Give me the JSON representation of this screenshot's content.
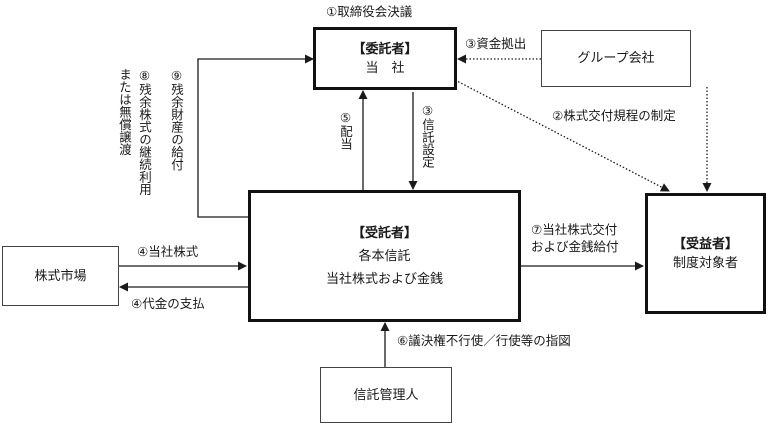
{
  "boxes": {
    "itakusha": {
      "title": "【委託者】",
      "name": "当　社"
    },
    "group": {
      "name": "グループ会社"
    },
    "jutakusha": {
      "title": "【受託者】",
      "line1": "各本信託",
      "line2": "当社株式および金銭"
    },
    "juekisha": {
      "title": "【受益者】",
      "name": "制度対象者"
    },
    "market": {
      "name": "株式市場"
    },
    "trust_admin": {
      "name": "信託管理人"
    }
  },
  "labels": {
    "step1": "①取締役会決議",
    "step2": "②株式交付規程の制定",
    "step3_fund": "③資金拠出",
    "step3_trust": "③信託設定",
    "step4_stock": "④当社株式",
    "step4_pay": "④代金の支払",
    "step5": "⑤配当",
    "step6": "⑥議決権不行使／行使等の指図",
    "step7_line1": "⑦当社株式交付",
    "step7_line2": "および金銭給付",
    "step8_col1": "⑧残余株式の継続利用",
    "step8_col2": "または無償譲渡",
    "step9": "⑨残余財産の給付"
  }
}
